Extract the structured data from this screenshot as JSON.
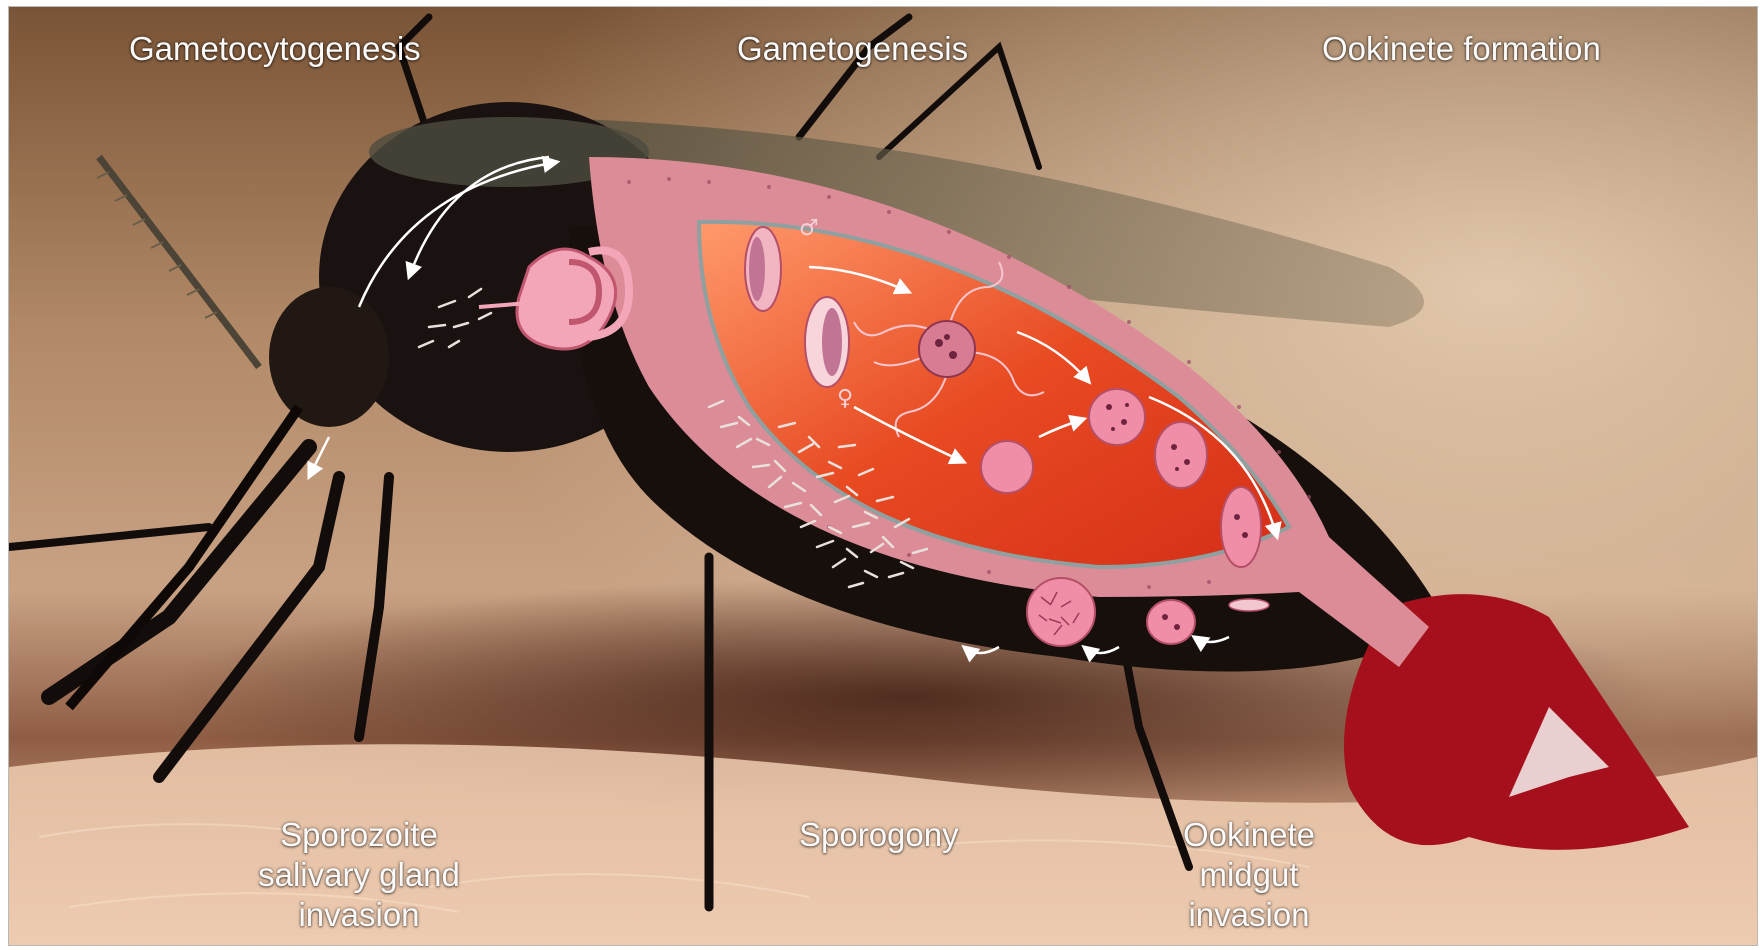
{
  "figure": {
    "top_labels": {
      "gametocytogenesis": "Gametocytogenesis",
      "gametogenesis": "Gametogenesis",
      "ookinete_formation": "Ookinete formation"
    },
    "bottom_labels": {
      "sporozoite": [
        "Sporozoite",
        "salivary gland",
        "invasion"
      ],
      "sporogony": "Sporogony",
      "ookinete_midgut": [
        "Ookinete",
        "midgut",
        "invasion"
      ]
    },
    "symbols": {
      "male": "♂",
      "female": "♀"
    },
    "colors": {
      "skin_light": "#e9c2a3",
      "skin_dark": "#6e4a33",
      "mosquito_body": "#1a1210",
      "midgut_lumen": "#e2461f",
      "midgut_wall": "#dc8c96",
      "blood": "#a5101c",
      "parasite_pink": "#f08ea8",
      "label_text": "#fafafa"
    }
  }
}
